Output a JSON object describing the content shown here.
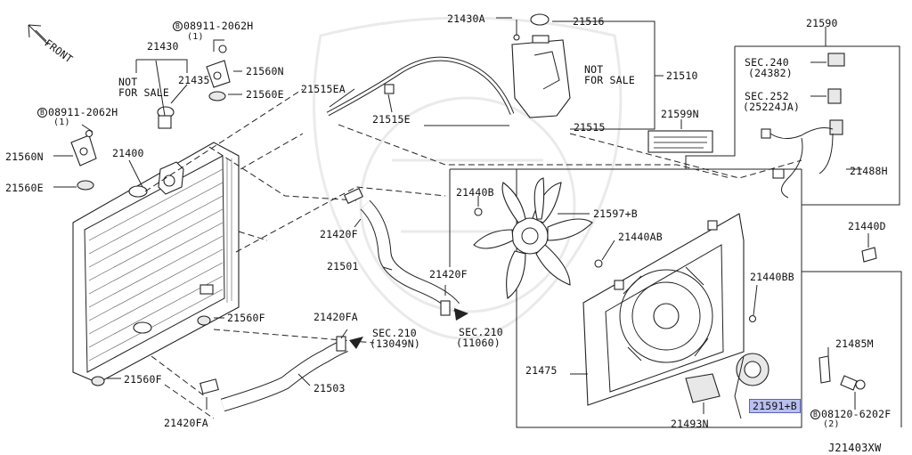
{
  "diagram": {
    "front_label": "FRONT",
    "drawing_code": "J21403XW",
    "labels": {
      "bolt_08911_top": "08911-2062H",
      "bolt_08911_top_qty": "(1)",
      "bolt_08911_left": "08911-2062H",
      "bolt_08911_left_qty": "(1)",
      "p21430": "21430",
      "p21435": "21435",
      "not_for_sale_1": "NOT",
      "not_for_sale_2": "FOR SALE",
      "p21560N_top": "21560N",
      "p21560E_top": "21560E",
      "p21560N_left": "21560N",
      "p21560E_left": "21560E",
      "p21400": "21400",
      "p21560F_mid": "21560F",
      "p21560F_low": "21560F",
      "p21420FA_low": "21420FA",
      "p21515EA": "21515EA",
      "p21515E": "21515E",
      "p21430A": "21430A",
      "p21516": "21516",
      "p21510": "21510",
      "p21515": "21515",
      "not_for_sale_r1": "NOT",
      "not_for_sale_r2": "FOR SALE",
      "p21599N": "21599N",
      "p21590": "21590",
      "sec240": "SEC.240",
      "sec240_ref": "(24382)",
      "sec252": "SEC.252",
      "sec252_ref": "(25224JA)",
      "p21488H": "21488H",
      "p21440D": "21440D",
      "p21440B": "21440B",
      "p21597B": "21597+B",
      "p21440AB": "21440AB",
      "p21440BB": "21440BB",
      "p21420F_top": "21420F",
      "p21501": "21501",
      "p21420F_mid": "21420F",
      "sec210_b": "SEC.210",
      "sec210_b_ref": "(11060)",
      "p21420FA_mid": "21420FA",
      "sec210_a": "SEC.210",
      "sec210_a_ref": "(13049N)",
      "p21503": "21503",
      "p21475": "21475",
      "p21485M": "21485M",
      "p21591B": "21591+B",
      "bolt_08120": "08120-6202F",
      "bolt_08120_qty": "(2)",
      "p21493N": "21493N"
    },
    "circled_letter": "B",
    "highlighted_part": "21591+B"
  }
}
